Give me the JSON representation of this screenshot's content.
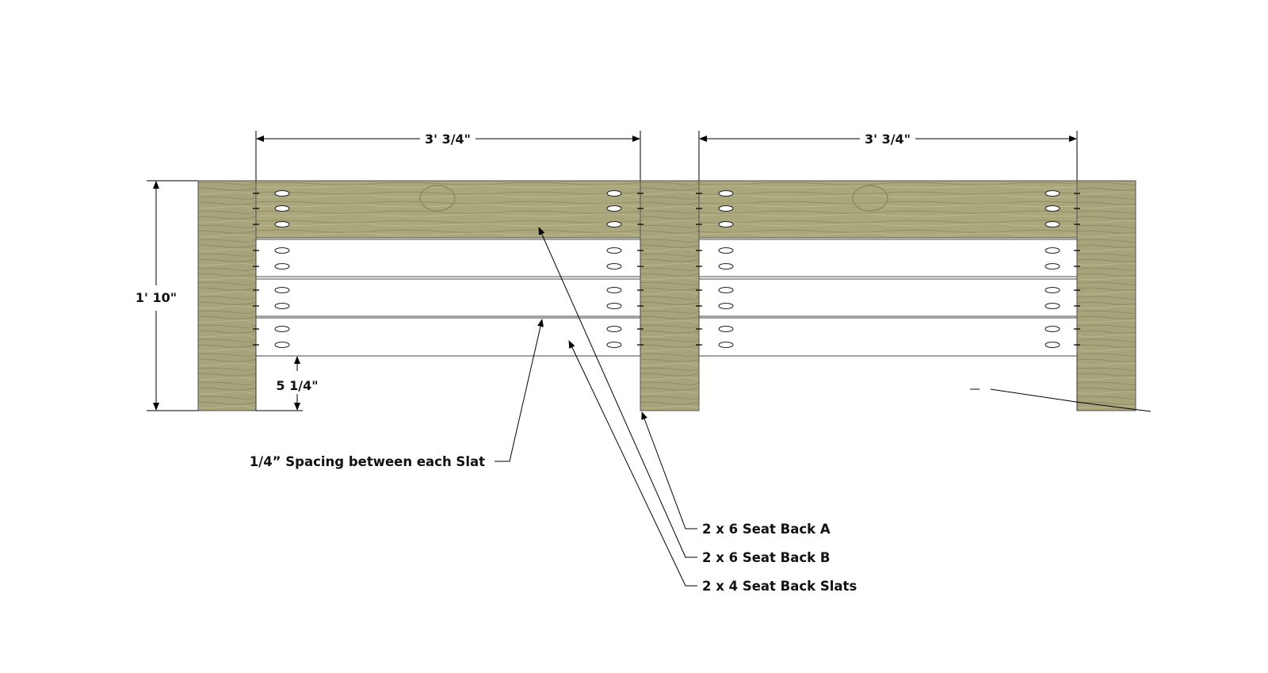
{
  "dimensions": {
    "left_width": "3' 3/4\"",
    "right_width": "3' 3/4\"",
    "overall_height": "1' 10\"",
    "leg_clearance": "5 1/4\""
  },
  "callouts": {
    "spacing": "1/4” Spacing between each Slat",
    "seat_back_a": "2 x 6 Seat Back A",
    "seat_back_b": "2 x 6 Seat Back B",
    "seat_back_slats": "2 x 4 Seat Back Slats"
  },
  "colors": {
    "wood": "#a7a47b",
    "wood_grain": "#8f8c62",
    "slat": "#ffffff",
    "line": "#000000"
  }
}
